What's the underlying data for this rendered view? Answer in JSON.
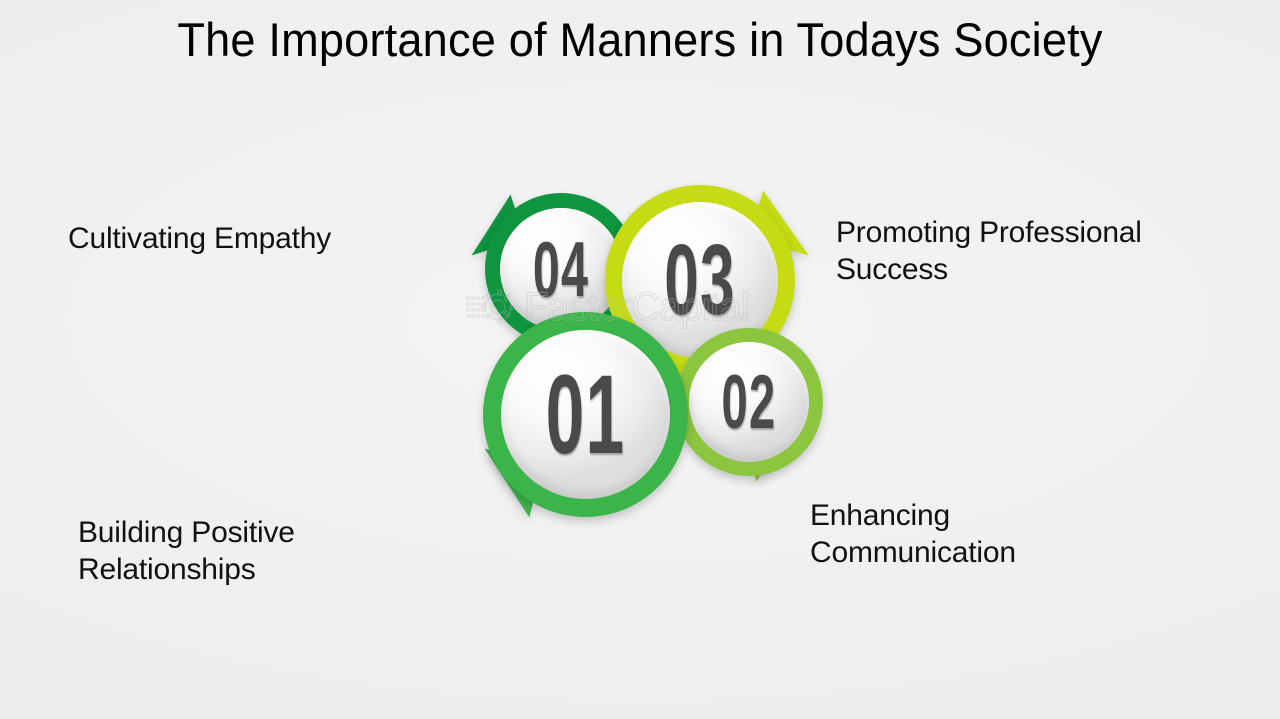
{
  "slide": {
    "title": "The Importance of Manners in Todays Society",
    "background_color": "#efefef",
    "title_color": "#000000"
  },
  "watermark": {
    "text": "FasterCapital",
    "icon": "gear-icon",
    "color": "#b9b9b9"
  },
  "diagram": {
    "type": "speech-bubble-infographic",
    "bubbles": [
      {
        "number": "04",
        "label": "Cultivating Empathy",
        "color": "#0f9440",
        "position": "top-left",
        "tail_direction": "up-left",
        "label_side": "left"
      },
      {
        "number": "03",
        "label": "Promoting Professional\nSuccess",
        "color": "#c5dc15",
        "position": "top-right",
        "tail_direction": "up-right",
        "label_side": "right"
      },
      {
        "number": "02",
        "label": "Enhancing\nCommunication",
        "color": "#8cc63f",
        "position": "bottom-right",
        "tail_direction": "down-right",
        "label_side": "right"
      },
      {
        "number": "01",
        "label": "Building Positive\nRelationships",
        "color": "#3bb44a",
        "position": "bottom-left",
        "tail_direction": "down-left",
        "label_side": "left"
      }
    ]
  }
}
